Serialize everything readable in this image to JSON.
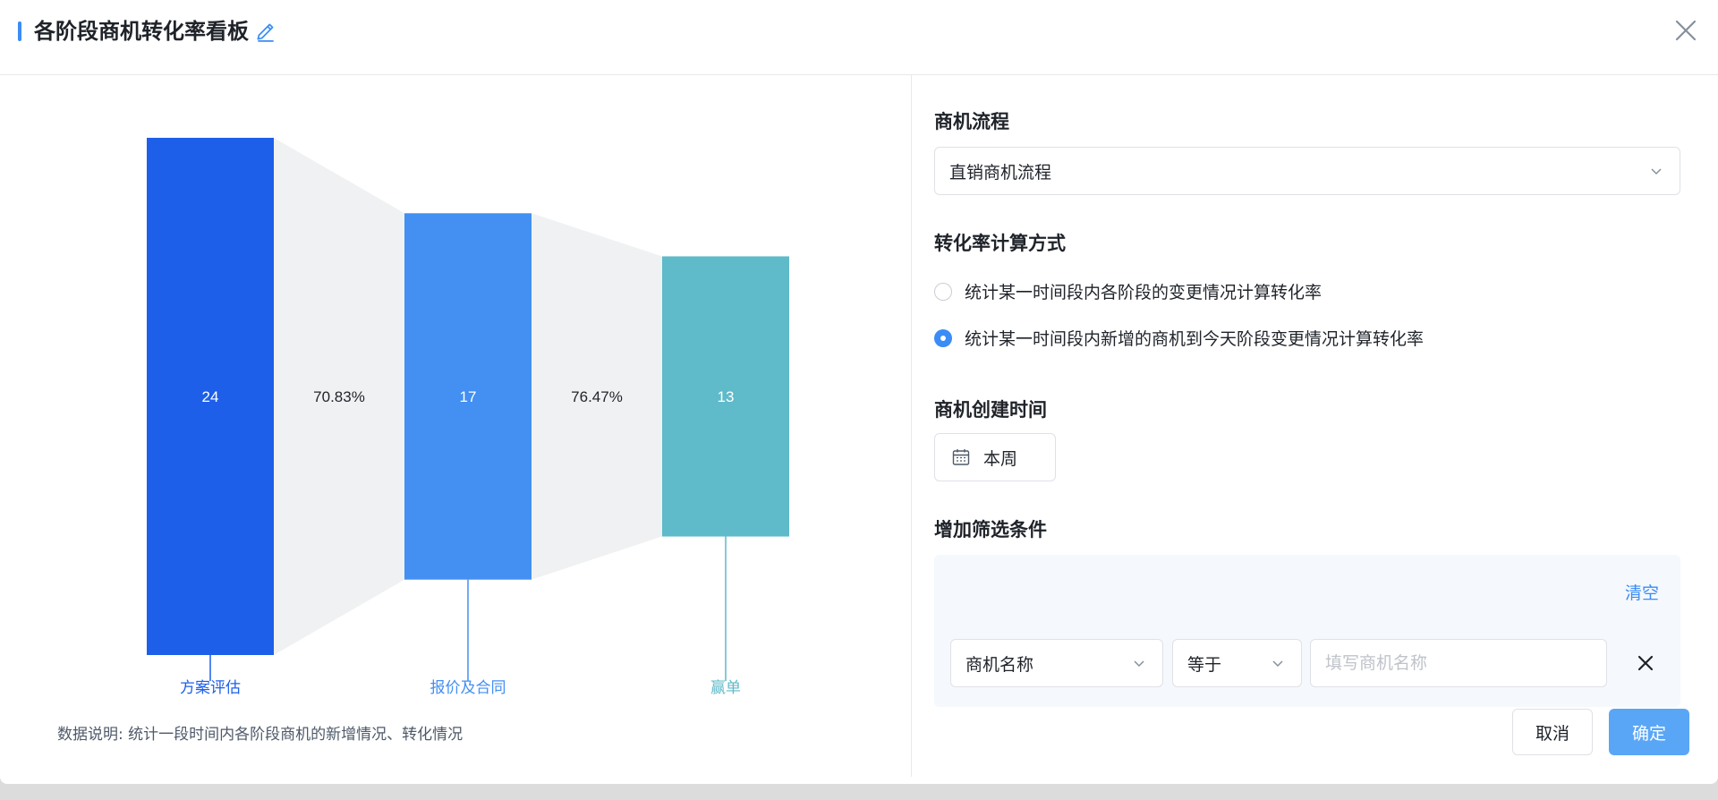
{
  "header": {
    "title": "各阶段商机转化率看板"
  },
  "colors": {
    "accent": "#3b8cf5",
    "stage1": "#1d5fe8",
    "stage2": "#438ff2",
    "stage3": "#5fbac9",
    "connector": "#f0f1f2"
  },
  "chart_data": {
    "type": "funnel",
    "categories": [
      "方案评估",
      "报价及合同",
      "赢单"
    ],
    "values": [
      24,
      17,
      13
    ],
    "conversion_rates": [
      "70.83%",
      "76.47%"
    ],
    "note": "数据说明: 统计一段时间内各阶段商机的新增情况、转化情况"
  },
  "settings": {
    "process_label": "商机流程",
    "process_value": "直销商机流程",
    "method_label": "转化率计算方式",
    "method_options": [
      {
        "label": "统计某一时间段内各阶段的变更情况计算转化率",
        "checked": false
      },
      {
        "label": "统计某一时间段内新增的商机到今天阶段变更情况计算转化率",
        "checked": true
      }
    ],
    "created_label": "商机创建时间",
    "created_value": "本周",
    "filter_label": "增加筛选条件",
    "clear_label": "清空",
    "filter_field": "商机名称",
    "filter_operator": "等于",
    "filter_placeholder": "填写商机名称"
  },
  "footer": {
    "cancel_label": "取消",
    "ok_label": "确定"
  }
}
